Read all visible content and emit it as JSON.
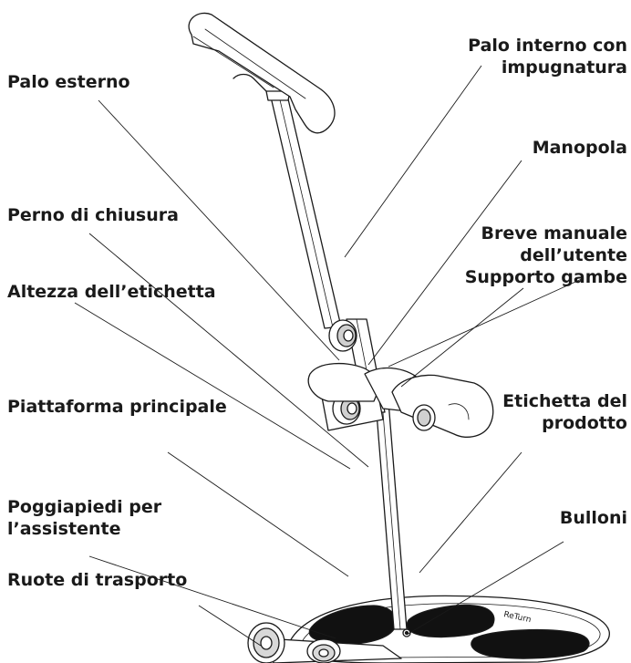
{
  "labels": {
    "palo_esterno": "Palo esterno",
    "palo_interno_line1": "Palo interno con",
    "palo_interno_line2": "impugnatura",
    "manopola": "Manopola",
    "perno_di_chiusura": "Perno di chiusura",
    "breve_manuale_line1": "Breve manuale",
    "breve_manuale_line2": "dell’utente",
    "altezza_etichetta": "Altezza dell’etichetta",
    "supporto_gambe": "Supporto gambe",
    "piattaforma_principale": "Piattaforma principale",
    "etichetta_prodotto_line1": "Etichetta del",
    "etichetta_prodotto_line2": "prodotto",
    "poggiapiedi_line1": "Poggiapiedi per",
    "poggiapiedi_line2": "l’assistente",
    "bulloni": "Bulloni",
    "ruote_di_trasporto": "Ruote di trasporto"
  },
  "platform_logo": "ReTurn"
}
